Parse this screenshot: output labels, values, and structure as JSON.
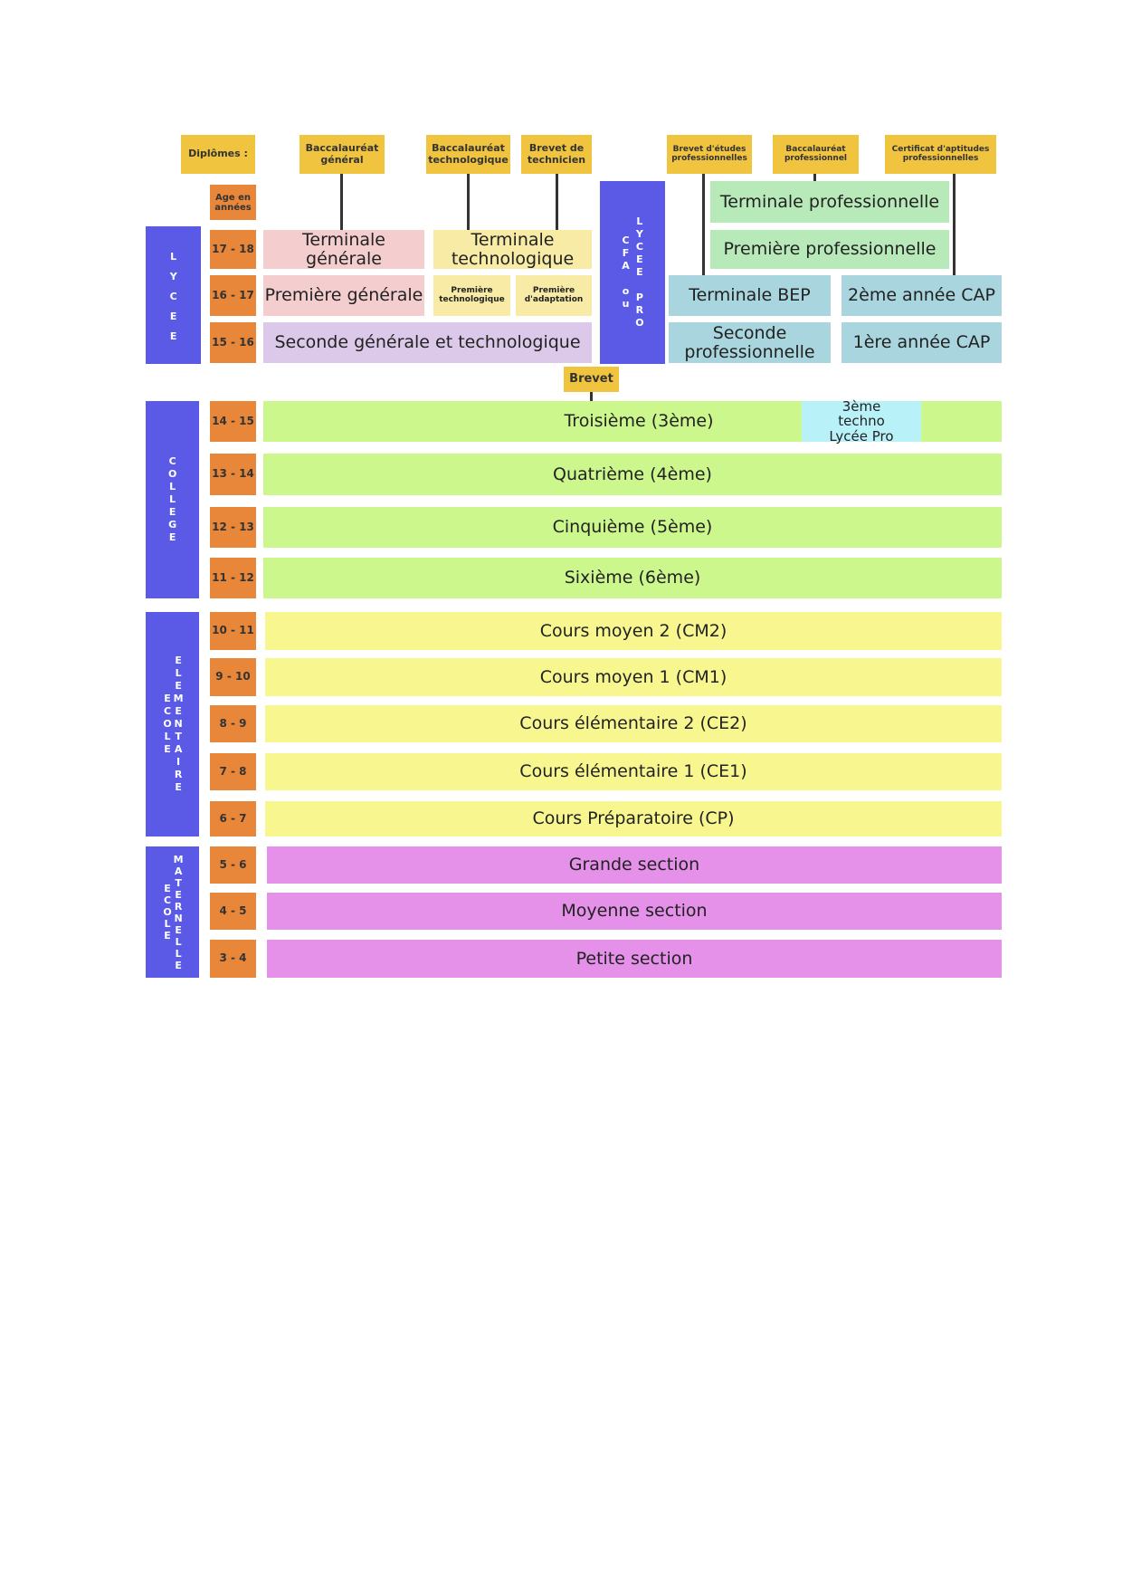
{
  "diplomas": {
    "label": "Diplômes :",
    "bac_general": "Baccalauréat général",
    "bac_techno": "Baccalauréat technologique",
    "brevet_technicien": "Brevet de technicien",
    "bep": "Brevet d'études professionnelles",
    "bac_pro": "Baccalauréat professionnel",
    "cap": "Certificat d'aptitudes professionnelles",
    "brevet": "Brevet"
  },
  "age_header": "Age en années",
  "sections": {
    "lycee": "L Y C E E",
    "lycee_pro": "CFA ou\nLYCEE PRO",
    "college": "COLLEGE",
    "elementaire": "ECOLE\nELEMENTAIRE",
    "maternelle": "ECOLE\nMATERNELLE"
  },
  "ages": [
    "17 - 18",
    "16 - 17",
    "15 - 16",
    "14 - 15",
    "13 - 14",
    "12 - 13",
    "11 - 12",
    "10 - 11",
    "9 - 10",
    "8 - 9",
    "7 - 8",
    "6 - 7",
    "5 - 6",
    "4 - 5",
    "3 - 4"
  ],
  "lycee": {
    "terminale_generale": "Terminale générale",
    "terminale_techno": "Terminale technologique",
    "premiere_generale": "Première générale",
    "premiere_techno": "Première technologique",
    "premiere_adaptation": "Première d'adaptation",
    "seconde": "Seconde générale et technologique"
  },
  "lycee_pro": {
    "terminale_pro": "Terminale professionnelle",
    "premiere_pro": "Première professionnelle",
    "terminale_bep": "Terminale BEP",
    "cap2": "2ème année CAP",
    "seconde_pro": "Seconde professionnelle",
    "cap1": "1ère année CAP"
  },
  "college": {
    "troisieme": "Troisième (3ème)",
    "troisieme_techno": "3ème techno Lycée Pro",
    "quatrieme": "Quatrième (4ème)",
    "cinquieme": "Cinquième (5ème)",
    "sixieme": "Sixième (6ème)"
  },
  "elementaire": {
    "cm2": "Cours moyen 2 (CM2)",
    "cm1": "Cours moyen 1 (CM1)",
    "ce2": "Cours élémentaire 2 (CE2)",
    "ce1": "Cours élémentaire 1 (CE1)",
    "cp": "Cours Préparatoire (CP)"
  },
  "maternelle": {
    "grande": "Grande section",
    "moyenne": "Moyenne section",
    "petite": "Petite section"
  }
}
